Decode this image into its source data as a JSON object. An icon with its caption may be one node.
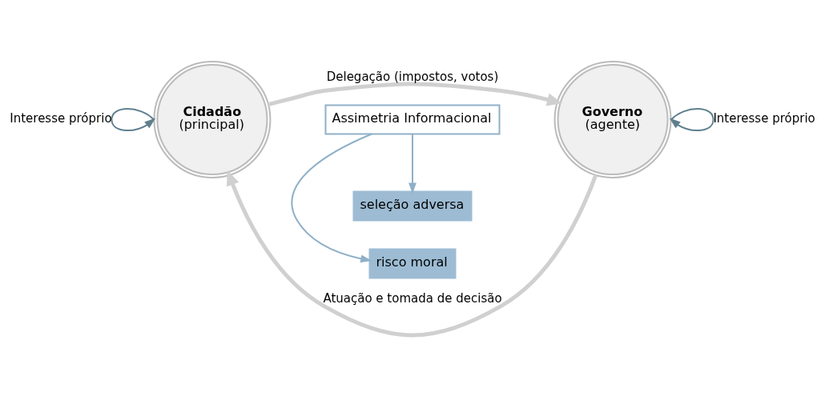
{
  "diagram": {
    "nodes": [
      {
        "text": [
          "Cidadão",
          "(principal)"
        ]
      },
      {
        "text": [
          "Governo",
          "(agente)"
        ]
      },
      {
        "text": [
          "Assimetria Informacional"
        ]
      },
      {
        "text": [
          "risco moral"
        ]
      },
      {
        "text": [
          "seleção adversa"
        ]
      }
    ],
    "edges": [
      {
        "from": 0,
        "to": 1,
        "arrow": "to",
        "label": "Delegação (impostos, votos)",
        "style": "thick",
        "color": "#d0d0d0"
      },
      {
        "from": 1,
        "to": 0,
        "arrow": "to",
        "label": "Atuação e tomada de decisão",
        "style": "thick",
        "color": "#d0d0d0"
      },
      {
        "from": 2,
        "to": 3,
        "arrow": "to",
        "color": "#8fb0c8"
      },
      {
        "from": 2,
        "to": 4,
        "arrow": "to",
        "color": "#8fb0c8"
      },
      {
        "from": 0,
        "to": 0,
        "arrow": "to",
        "label": "Interesse próprio",
        "color": "#5f7f8e"
      },
      {
        "from": 1,
        "to": 1,
        "arrow": "to",
        "label": "Interesse próprio",
        "color": "#5f7f8e"
      }
    ]
  }
}
